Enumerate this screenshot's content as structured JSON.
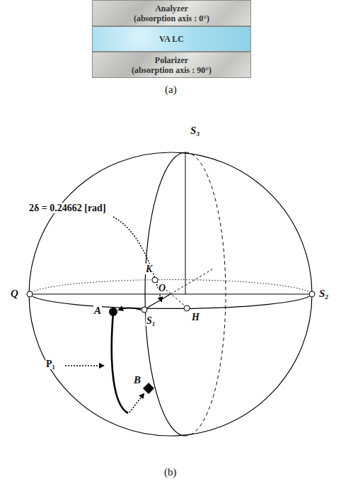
{
  "diagram": {
    "nodes": [
      {
        "text": [
          "Analyzer",
          "(absorption axis : 0°)"
        ]
      },
      {
        "text": [
          "VA LC"
        ]
      },
      {
        "text": [
          "Polarizer",
          "(absorption axis : 90°)"
        ]
      }
    ],
    "labels": [
      "(a)",
      "S₃",
      "2δ = 0.24662 [rad]",
      "K",
      "O",
      "Q",
      "S₂",
      "A",
      "S₁",
      "H",
      "P₁",
      "B",
      "(b)"
    ]
  }
}
